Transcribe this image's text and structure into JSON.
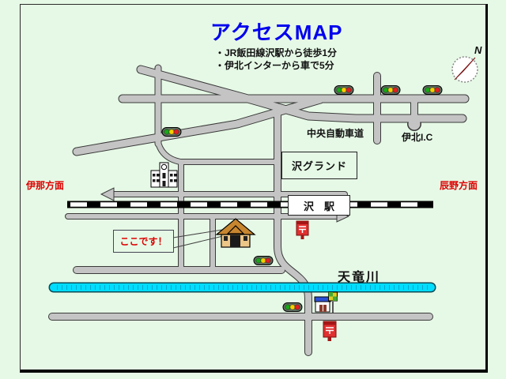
{
  "title": "アクセスMAP",
  "directions": [
    "・JR飯田線沢駅から徒歩1分",
    "・伊北インターから車で5分"
  ],
  "compass": {
    "north_label": "N"
  },
  "labels": {
    "expressway": "中央自動車道",
    "interchange": "伊北I.C",
    "ground": "沢グランド",
    "station": "沢　駅",
    "direction_left": "伊那方面",
    "direction_right": "辰野方面",
    "here": "ここです！",
    "river": "天竜川"
  },
  "colors": {
    "background": "#e6f9e6",
    "title_blue": "#0000ee",
    "red_text": "#dd0000",
    "road_fill": "#c4c4c4",
    "road_outline": "#3a3a3a",
    "railway": "#000000",
    "river": "#00ddff",
    "house_roof": "#c8862e",
    "postbox_red": "#e03030",
    "signal_green": "#18a818",
    "signal_yellow": "#f5cf00",
    "signal_red": "#e02020"
  },
  "icons": [
    {
      "name": "compass-icon",
      "meaning": "north arrow"
    },
    {
      "name": "traffic-light-icon",
      "count": 6
    },
    {
      "name": "school-icon",
      "meaning": "school building with clock"
    },
    {
      "name": "house-icon",
      "meaning": "destination building"
    },
    {
      "name": "postbox-icon",
      "count": 2
    },
    {
      "name": "store-icon",
      "meaning": "shop by the river"
    },
    {
      "name": "signboard-icon",
      "meaning": "small sign on pole"
    }
  ]
}
